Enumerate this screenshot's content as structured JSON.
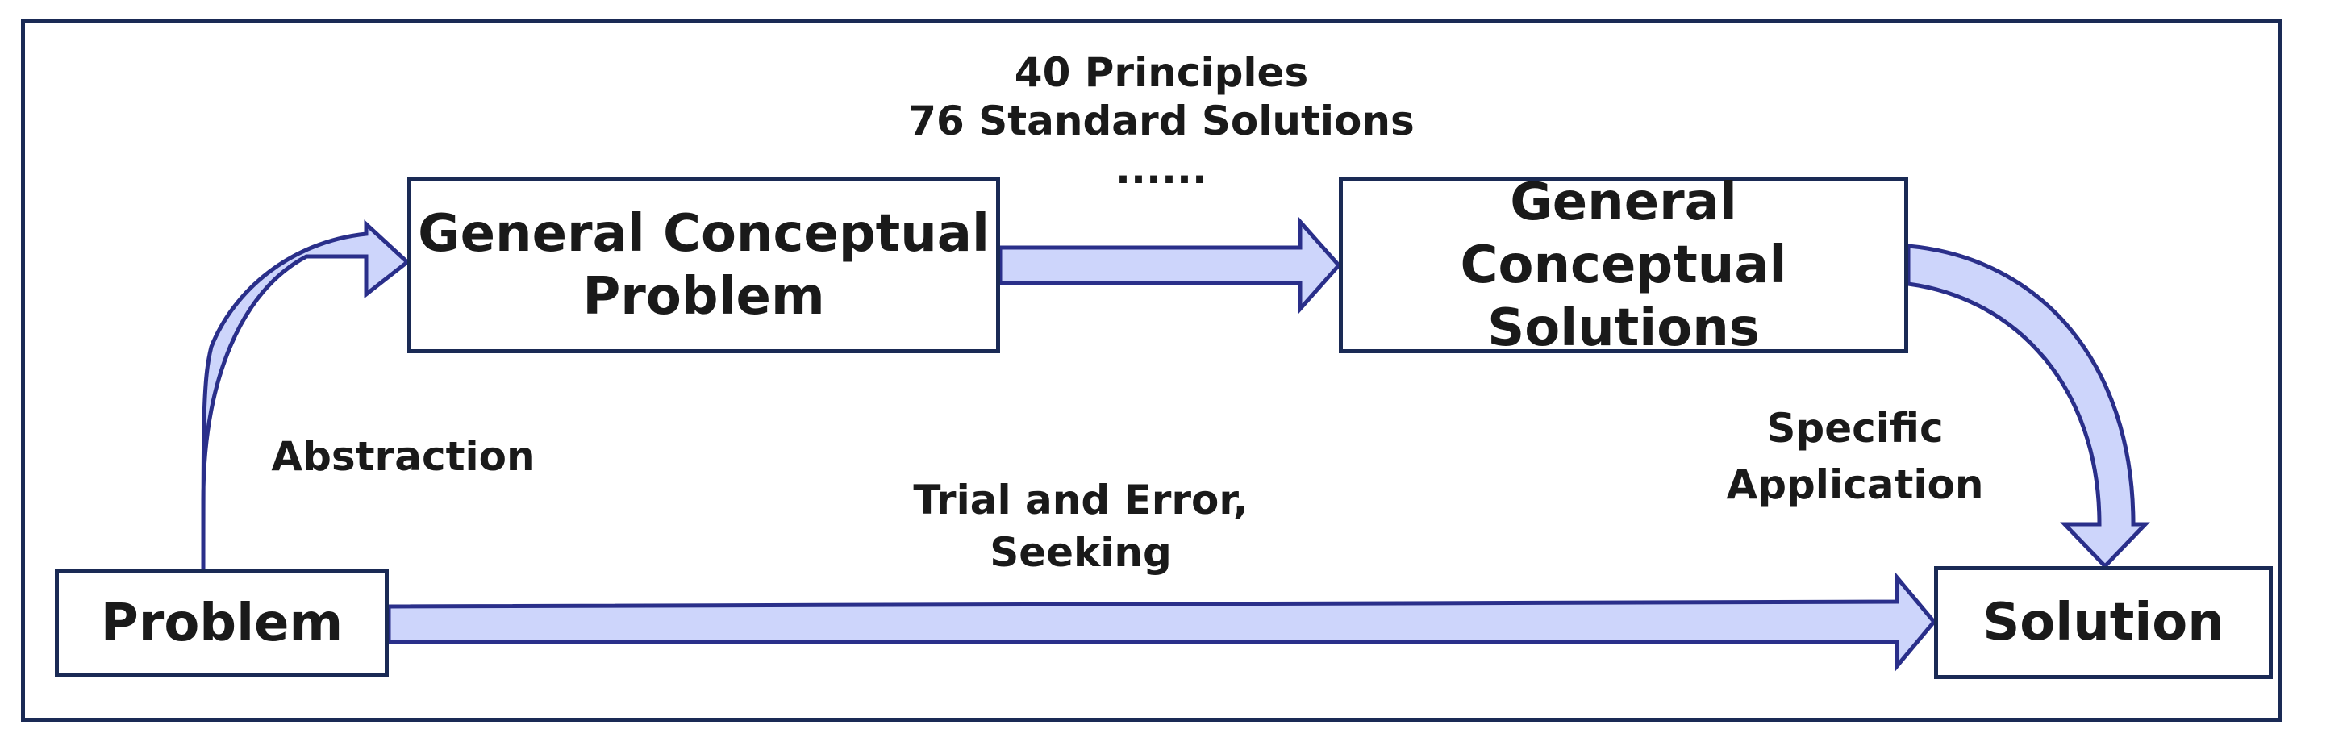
{
  "boxes": {
    "general_conceptual_problem": [
      "General Conceptual",
      "Problem"
    ],
    "general_conceptual_solutions": [
      "General Conceptual",
      "Solutions"
    ],
    "problem": "Problem",
    "solution": "Solution"
  },
  "labels": {
    "principles": [
      "40 Principles",
      "76 Standard Solutions",
      "......"
    ],
    "abstraction": "Abstraction",
    "trial_and_error": [
      "Trial and Error,",
      "Seeking"
    ],
    "specific_application": [
      "Specific",
      "Application"
    ]
  },
  "colors": {
    "arrow_fill": "#cdd5fb",
    "arrow_stroke": "#2a2f8a",
    "box_border": "#1a2a55"
  }
}
